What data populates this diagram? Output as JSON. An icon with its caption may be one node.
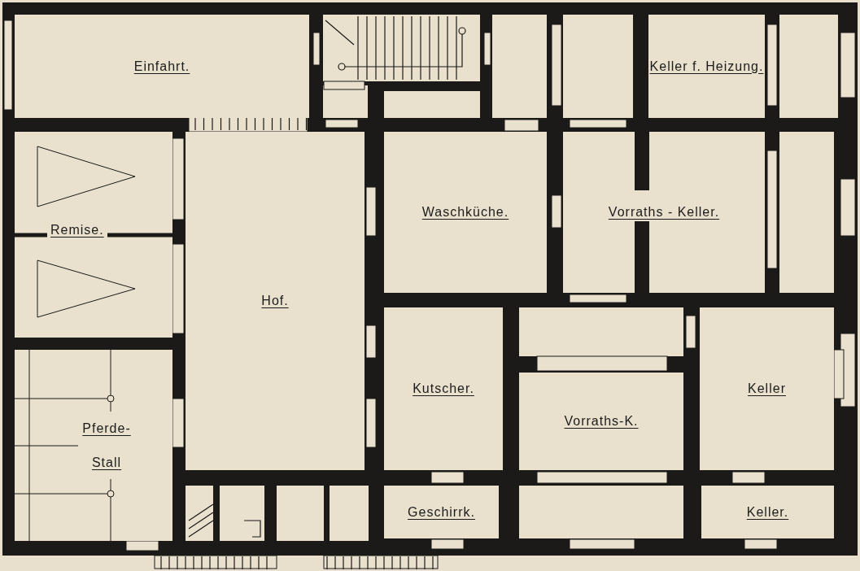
{
  "diagram": {
    "nodes": [
      {
        "text": [
          "Einfahrt."
        ]
      },
      {
        "text": [
          "Keller f. Heizung."
        ]
      },
      {
        "text": [
          "Remise."
        ]
      },
      {
        "text": [
          "Hof."
        ]
      },
      {
        "text": [
          "Waschküche."
        ]
      },
      {
        "text": [
          "Vorraths - Keller."
        ]
      },
      {
        "text": [
          "Kutscher."
        ]
      },
      {
        "text": [
          "Keller"
        ]
      },
      {
        "text": [
          "Vorraths-K."
        ]
      },
      {
        "text": [
          "Pferde- Stall"
        ]
      },
      {
        "text": [
          "Geschirrk."
        ]
      },
      {
        "text": [
          "Keller."
        ]
      }
    ]
  }
}
